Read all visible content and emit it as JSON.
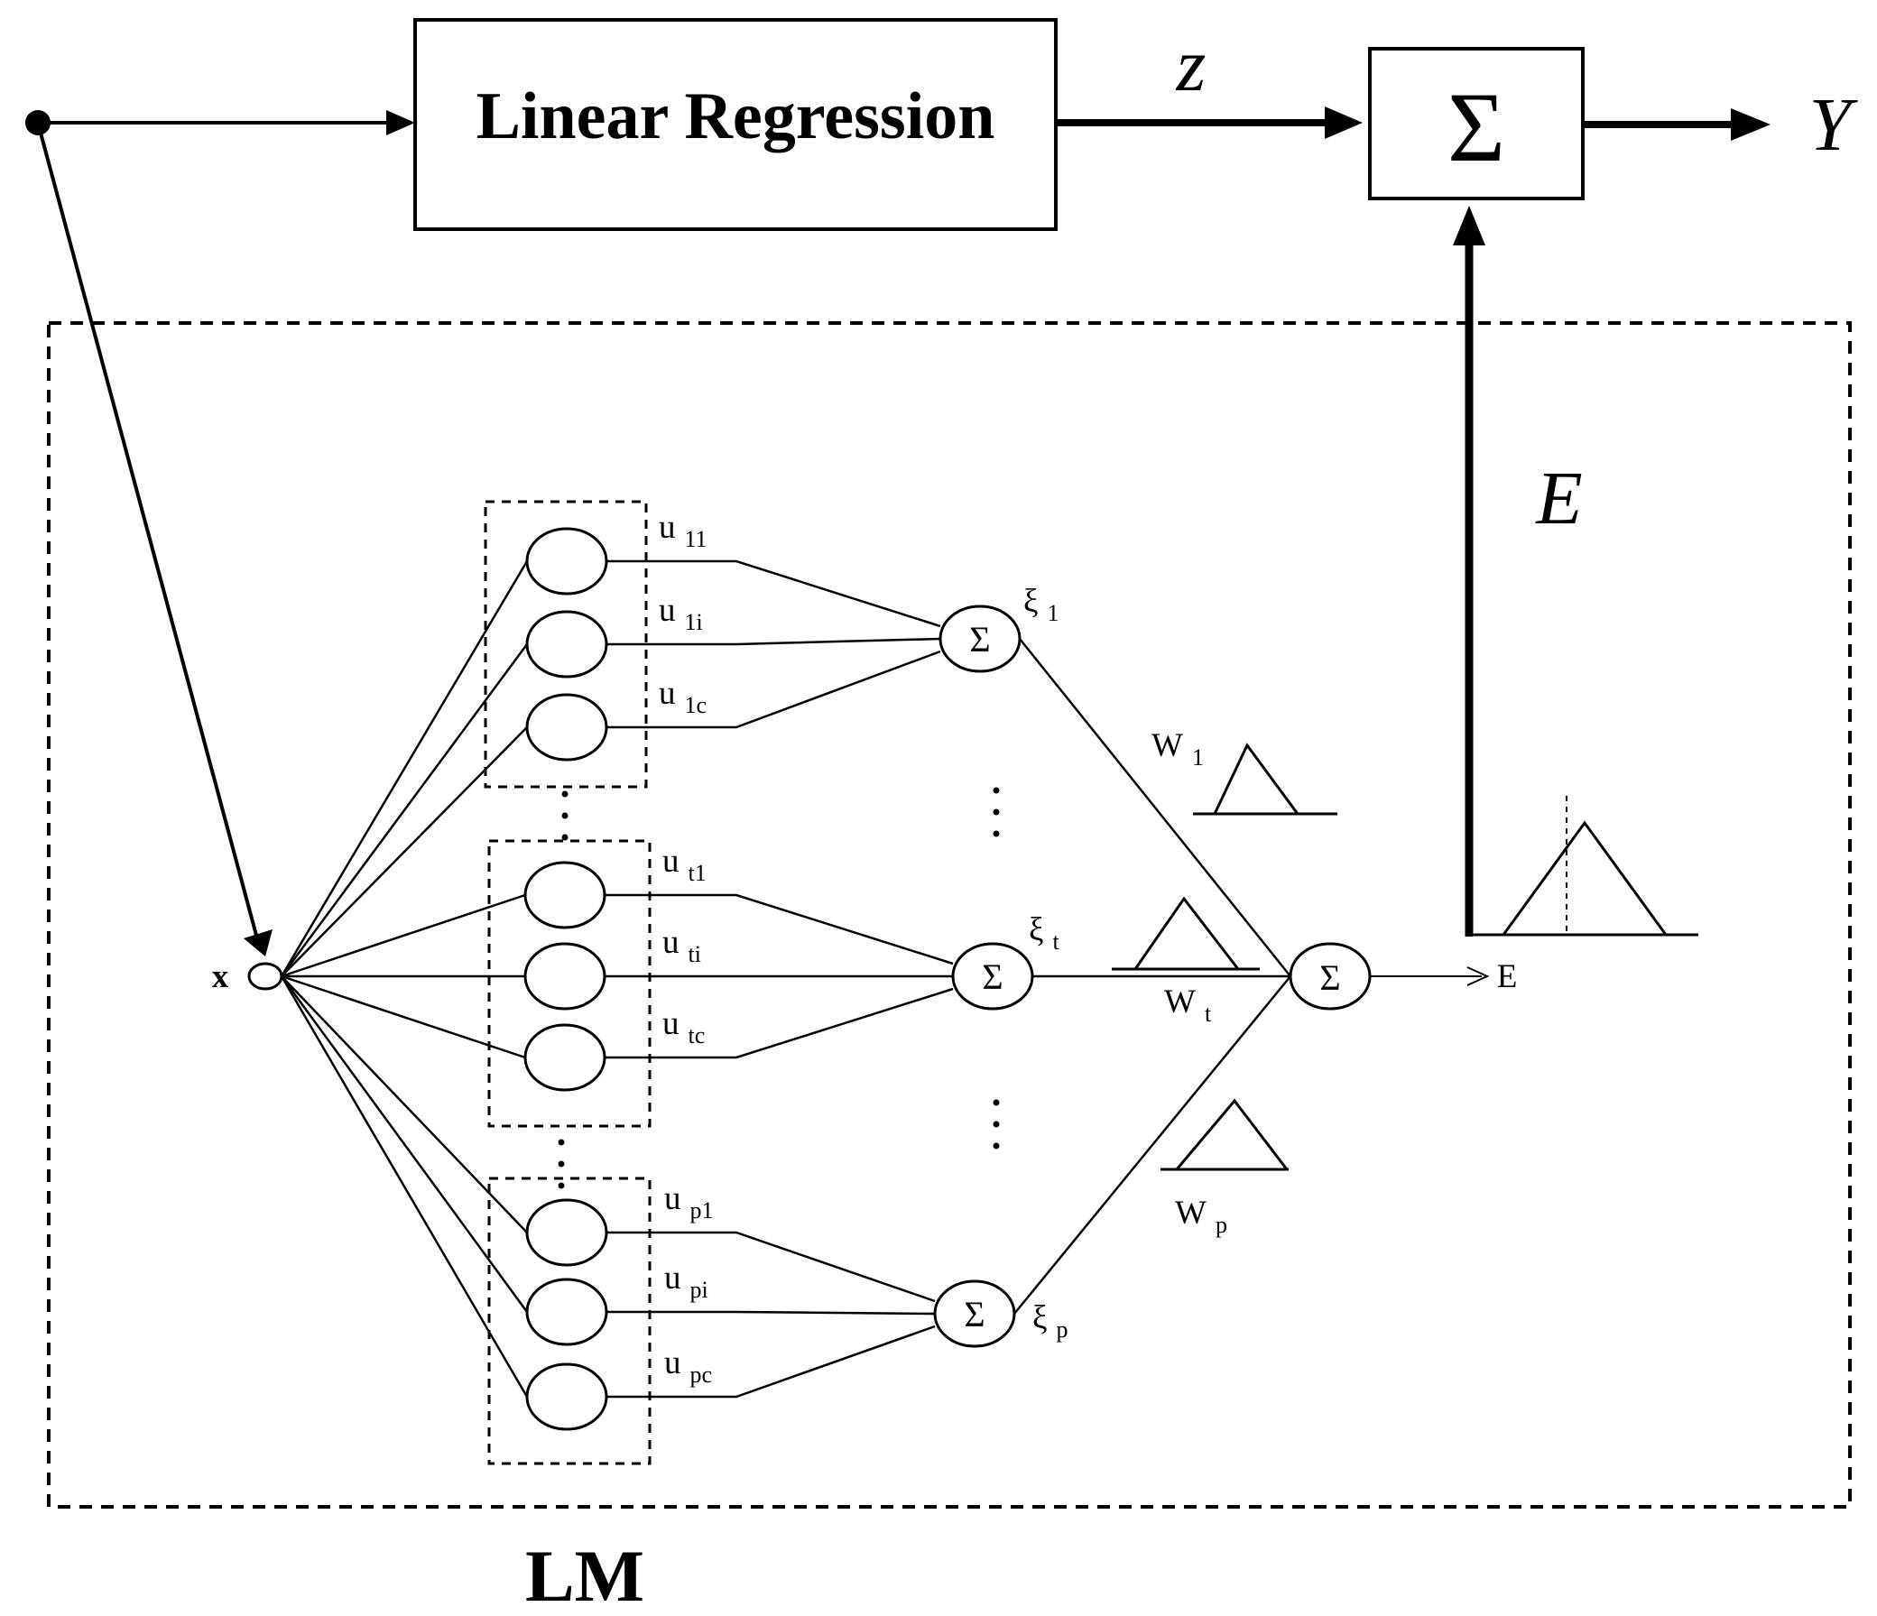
{
  "top": {
    "linear_regression_label": "Linear Regression",
    "z_label": "z",
    "sum_symbol": "Σ",
    "y_label": "Y",
    "e_label": "E"
  },
  "lm": {
    "label": "LM",
    "input_label": "x",
    "output_label": "E",
    "sum_symbol": "Σ",
    "groups": [
      {
        "units": [
          {
            "base": "u",
            "sub": "11"
          },
          {
            "base": "u",
            "sub": "1i"
          },
          {
            "base": "u",
            "sub": "1c"
          }
        ],
        "xi": {
          "base": "ξ",
          "sub": "1"
        },
        "weight": {
          "base": "W",
          "sub": "1"
        }
      },
      {
        "units": [
          {
            "base": "u",
            "sub": "t1"
          },
          {
            "base": "u",
            "sub": "ti"
          },
          {
            "base": "u",
            "sub": "tc"
          }
        ],
        "xi": {
          "base": "ξ",
          "sub": "t"
        },
        "weight": {
          "base": "W",
          "sub": "t"
        }
      },
      {
        "units": [
          {
            "base": "u",
            "sub": "p1"
          },
          {
            "base": "u",
            "sub": "pi"
          },
          {
            "base": "u",
            "sub": "pc"
          }
        ],
        "xi": {
          "base": "ξ",
          "sub": "p"
        },
        "weight": {
          "base": "W",
          "sub": "p"
        }
      }
    ]
  }
}
